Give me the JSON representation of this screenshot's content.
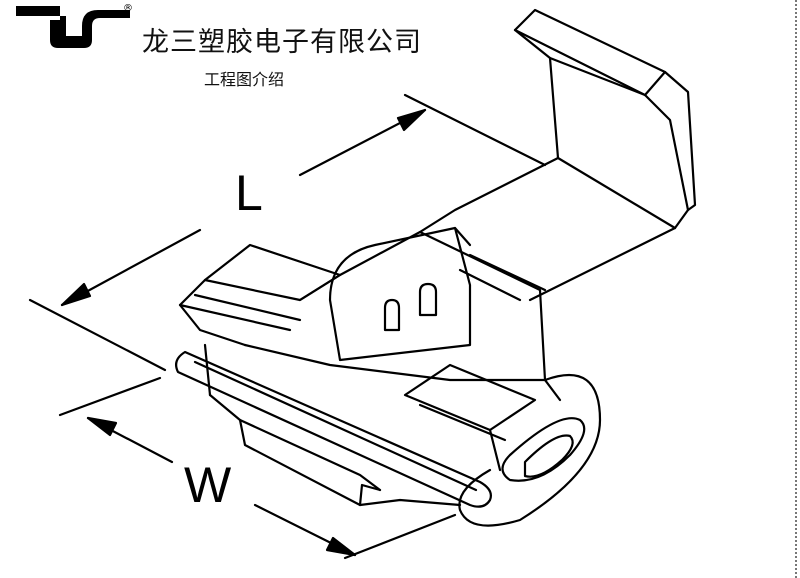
{
  "header": {
    "registered_mark": "®",
    "company_name": "龙三塑胶电子有限公司",
    "subtitle": "工程图介绍"
  },
  "dimensions": {
    "length_label": "L",
    "width_label": "W"
  }
}
